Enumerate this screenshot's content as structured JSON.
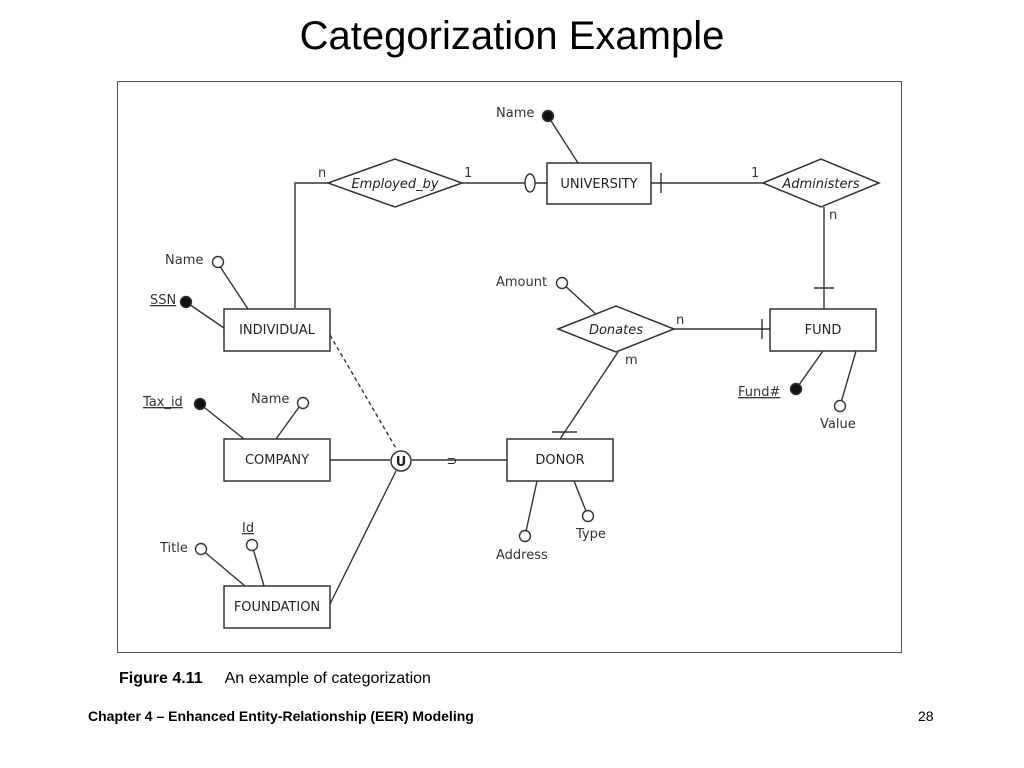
{
  "slide": {
    "title": "Categorization Example",
    "caption_number": "Figure 4.11",
    "caption_text": "An example of categorization",
    "footer_chapter": "Chapter 4 – Enhanced Entity-Relationship (EER) Modeling",
    "page_number": "28"
  },
  "diagram": {
    "entities": {
      "university": "UNIVERSITY",
      "individual": "INDIVIDUAL",
      "company": "COMPANY",
      "foundation": "FOUNDATION",
      "donor": "DONOR",
      "fund": "FUND"
    },
    "relationships": {
      "employed_by": "Employed_by",
      "administers": "Administers",
      "donates": "Donates"
    },
    "attributes": {
      "university_name": "Name",
      "individual_name": "Name",
      "individual_ssn": "SSN",
      "company_tax_id": "Tax_id",
      "company_name": "Name",
      "foundation_title": "Title",
      "foundation_id": "Id",
      "donates_amount": "Amount",
      "fund_number": "Fund#",
      "fund_value": "Value",
      "donor_address": "Address",
      "donor_type": "Type"
    },
    "cardinalities": {
      "employed_by_individual": "n",
      "employed_by_university": "1",
      "administers_university": "1",
      "administers_fund": "n",
      "donates_fund": "n",
      "donates_donor": "m"
    },
    "union_symbol": "U",
    "subset_symbol": "⊃"
  }
}
